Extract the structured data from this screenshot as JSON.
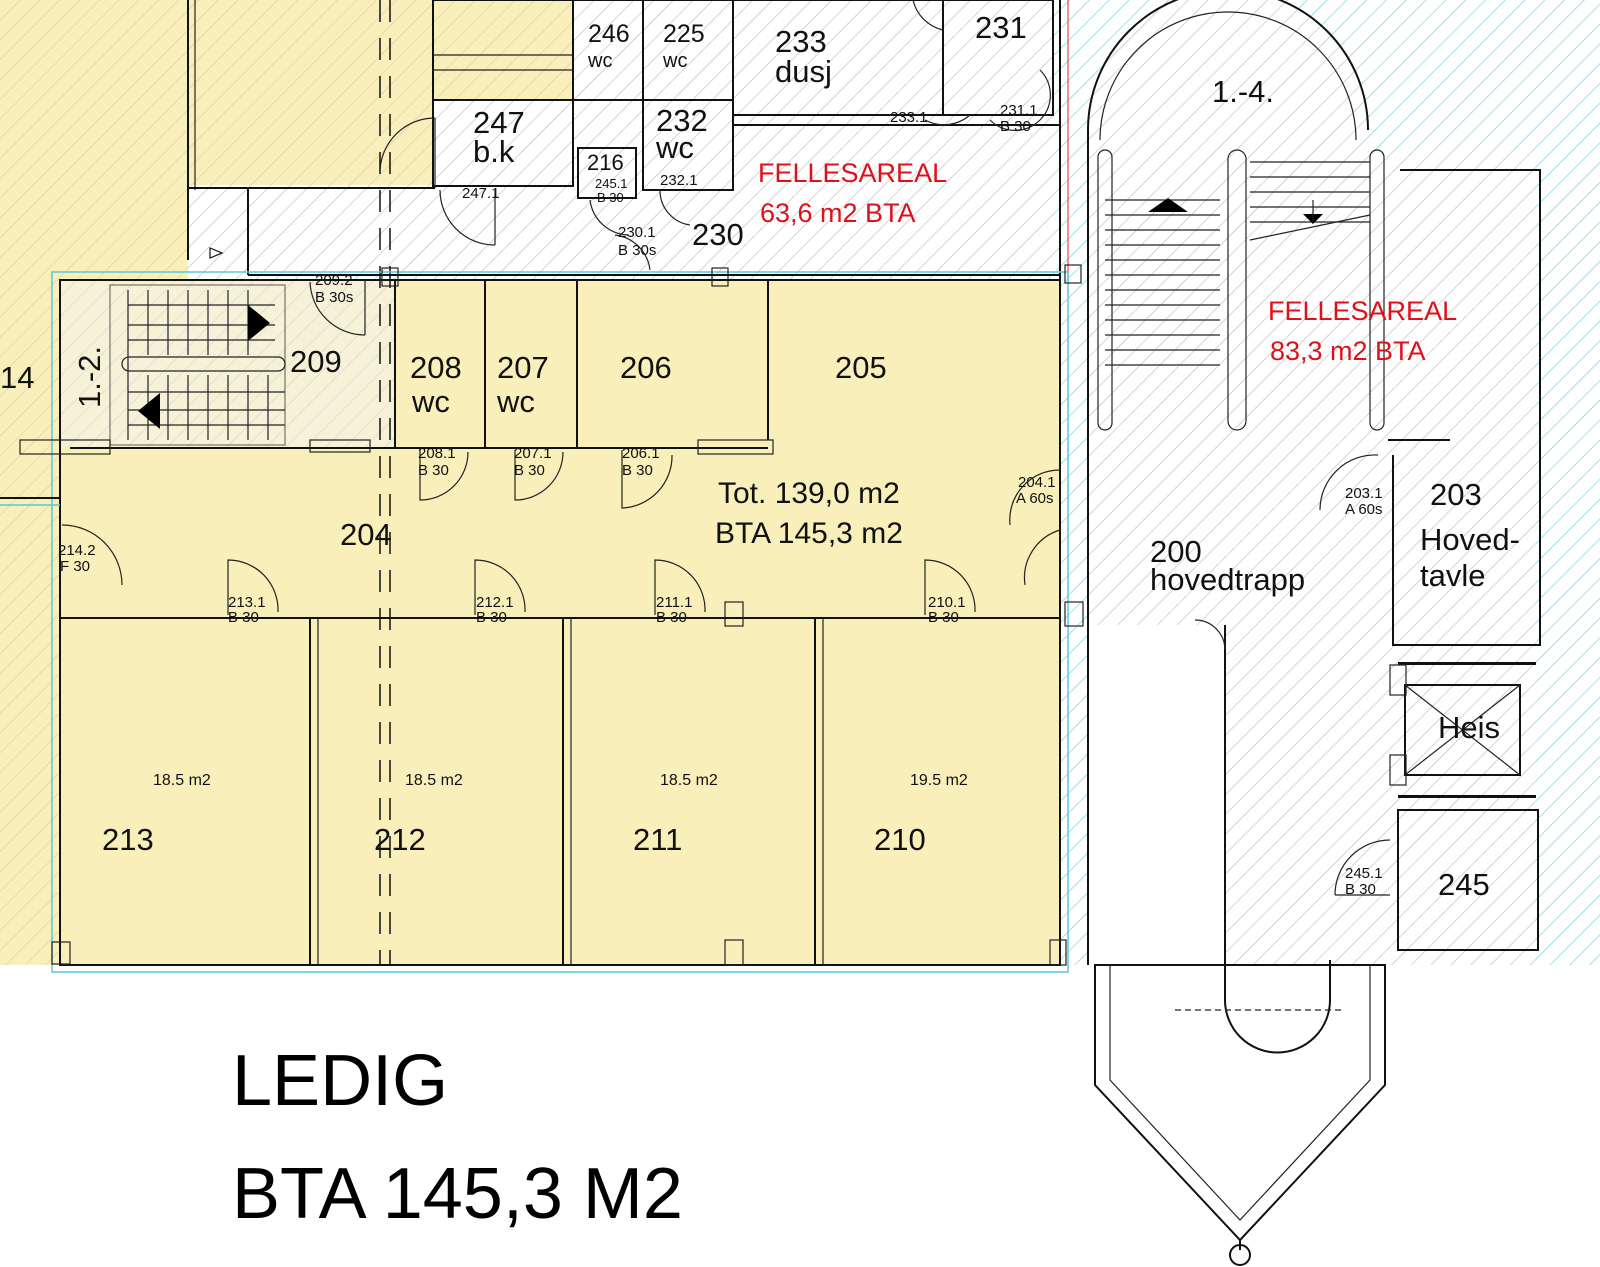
{
  "colors": {
    "rental_fill": "#f8efba",
    "hatch": "#b8b8b8",
    "hatch_yellow": "#cfc7a0",
    "cyan_hatch": "#6cc8d6",
    "red_text": "#e0101a",
    "wall": "#111111"
  },
  "rooms_top": {
    "r246": "246",
    "r246_sub": "wc",
    "r225": "225",
    "r225_sub": "wc",
    "r233": "233",
    "r233_sub": "dusj",
    "r231": "231",
    "r247": "247",
    "r247_sub": "b.k",
    "r232": "232",
    "r232_sub": "wc",
    "r216": "216",
    "r230": "230",
    "r14": "14",
    "stair_left": "1.-2.",
    "stair_right": "1.-4."
  },
  "rooms_main": {
    "r209": "209",
    "r208": "208",
    "r208_sub": "wc",
    "r207": "207",
    "r207_sub": "wc",
    "r206": "206",
    "r205": "205",
    "r204": "204",
    "r213": "213",
    "r212": "212",
    "r211": "211",
    "r210": "210",
    "r200": "200",
    "r200_sub": "hovedtrapp",
    "r203": "203",
    "r203_sub1": "Hoved-",
    "r203_sub2": "tavle",
    "heis": "Heis",
    "r245": "245"
  },
  "areas": {
    "a213": "18.5 m2",
    "a212": "18.5 m2",
    "a211": "18.5 m2",
    "a210": "19.5 m2",
    "tot_line1": "Tot. 139,0 m2",
    "tot_line2": "BTA 145,3 m2"
  },
  "common_areas": {
    "upper_title": "FELLESAREAL",
    "upper_area": "63,6 m2 BTA",
    "right_title": "FELLESAREAL",
    "right_area": "83,3 m2 BTA"
  },
  "doors": {
    "d233_1": "233.1",
    "d231_1": "231.1",
    "d231_1c": "B 30",
    "d245_1a": "245.1",
    "d245_1ac": "B 30",
    "d232_1": "232.1",
    "d247_1": "247.1",
    "d230_1": "230.1",
    "d230_1c": "B 30s",
    "d209_2": "209.2",
    "d209_2c": "B 30s",
    "d208_1": "208.1",
    "d208_1c": "B 30",
    "d207_1": "207.1",
    "d207_1c": "B 30",
    "d206_1": "206.1",
    "d206_1c": "B 30",
    "d204_1": "204.1",
    "d204_1c": "A 60s",
    "d203_1": "203.1",
    "d203_1c": "A 60s",
    "d214_2": "214.2",
    "d214_2c": "F 30",
    "d213_1": "213.1",
    "d213_1c": "B 30",
    "d212_1": "212.1",
    "d212_1c": "B 30",
    "d211_1": "211.1",
    "d211_1c": "B 30",
    "d210_1": "210.1",
    "d210_1c": "B 30",
    "d245_1": "245.1",
    "d245_1c": "B 30"
  },
  "footer": {
    "status": "LEDIG",
    "bta": "BTA 145,3 M2"
  }
}
